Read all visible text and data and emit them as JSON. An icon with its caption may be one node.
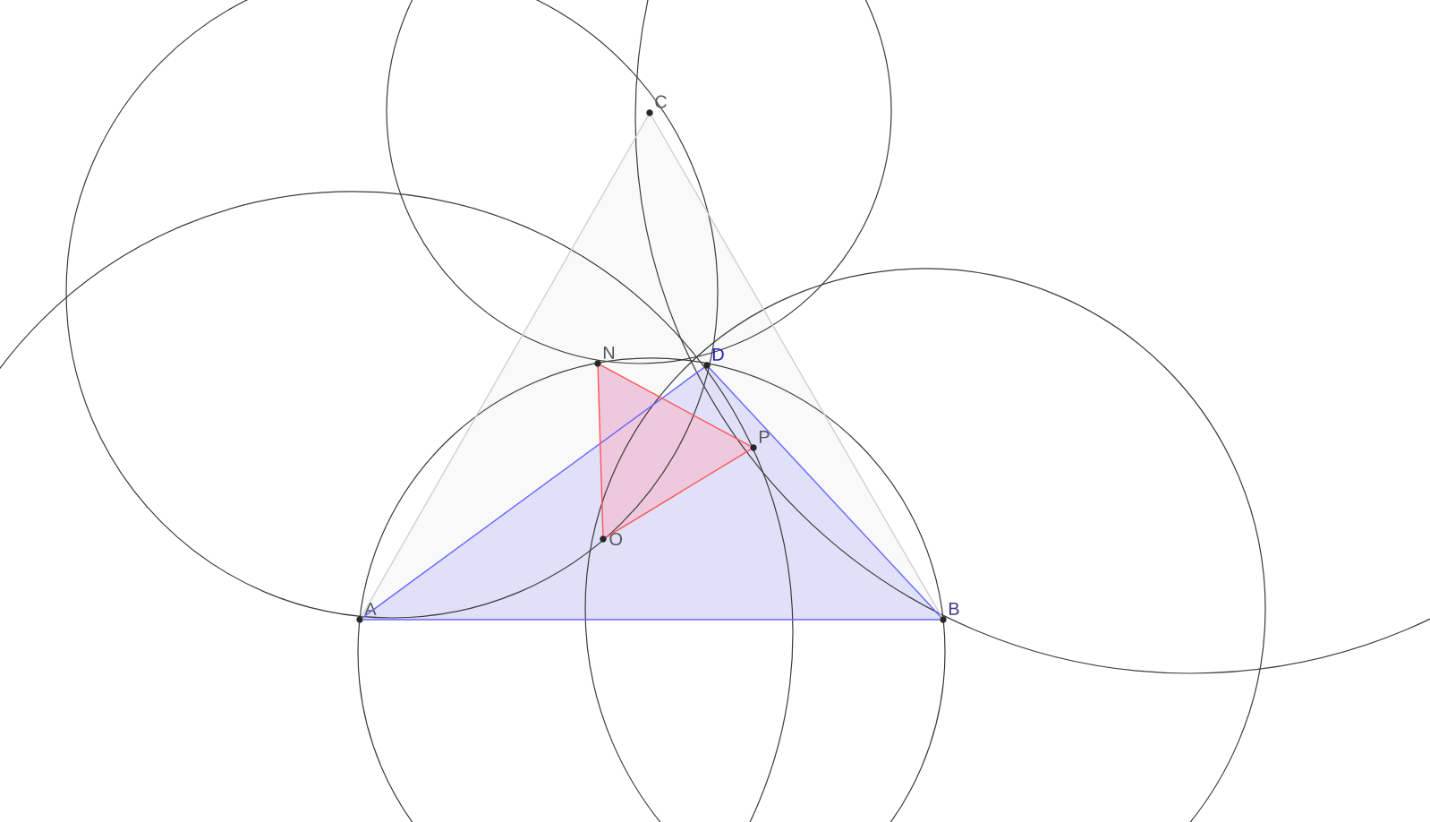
{
  "diagram": {
    "nodes": [
      {
        "text": [
          "C"
        ]
      },
      {
        "text": [
          "N"
        ]
      },
      {
        "text": [
          "D"
        ]
      },
      {
        "text": [
          "P"
        ]
      },
      {
        "text": [
          "O"
        ]
      },
      {
        "text": [
          "A"
        ]
      },
      {
        "text": [
          "B"
        ]
      }
    ],
    "edges": [
      {
        "from": 5,
        "to": 6,
        "arrow": "none",
        "color": "#6666ff"
      },
      {
        "from": 6,
        "to": 2,
        "arrow": "none",
        "color": "#6666ff"
      },
      {
        "from": 2,
        "to": 5,
        "arrow": "none",
        "color": "#6666ff"
      },
      {
        "from": 0,
        "to": 5,
        "arrow": "none",
        "color": "#d0d0d0"
      },
      {
        "from": 0,
        "to": 6,
        "arrow": "none",
        "color": "#d0d0d0"
      },
      {
        "from": 1,
        "to": 3,
        "arrow": "none",
        "color": "#ff5555"
      },
      {
        "from": 3,
        "to": 4,
        "arrow": "none",
        "color": "#ff5555"
      },
      {
        "from": 4,
        "to": 1,
        "arrow": "none",
        "color": "#ff5555"
      }
    ]
  }
}
